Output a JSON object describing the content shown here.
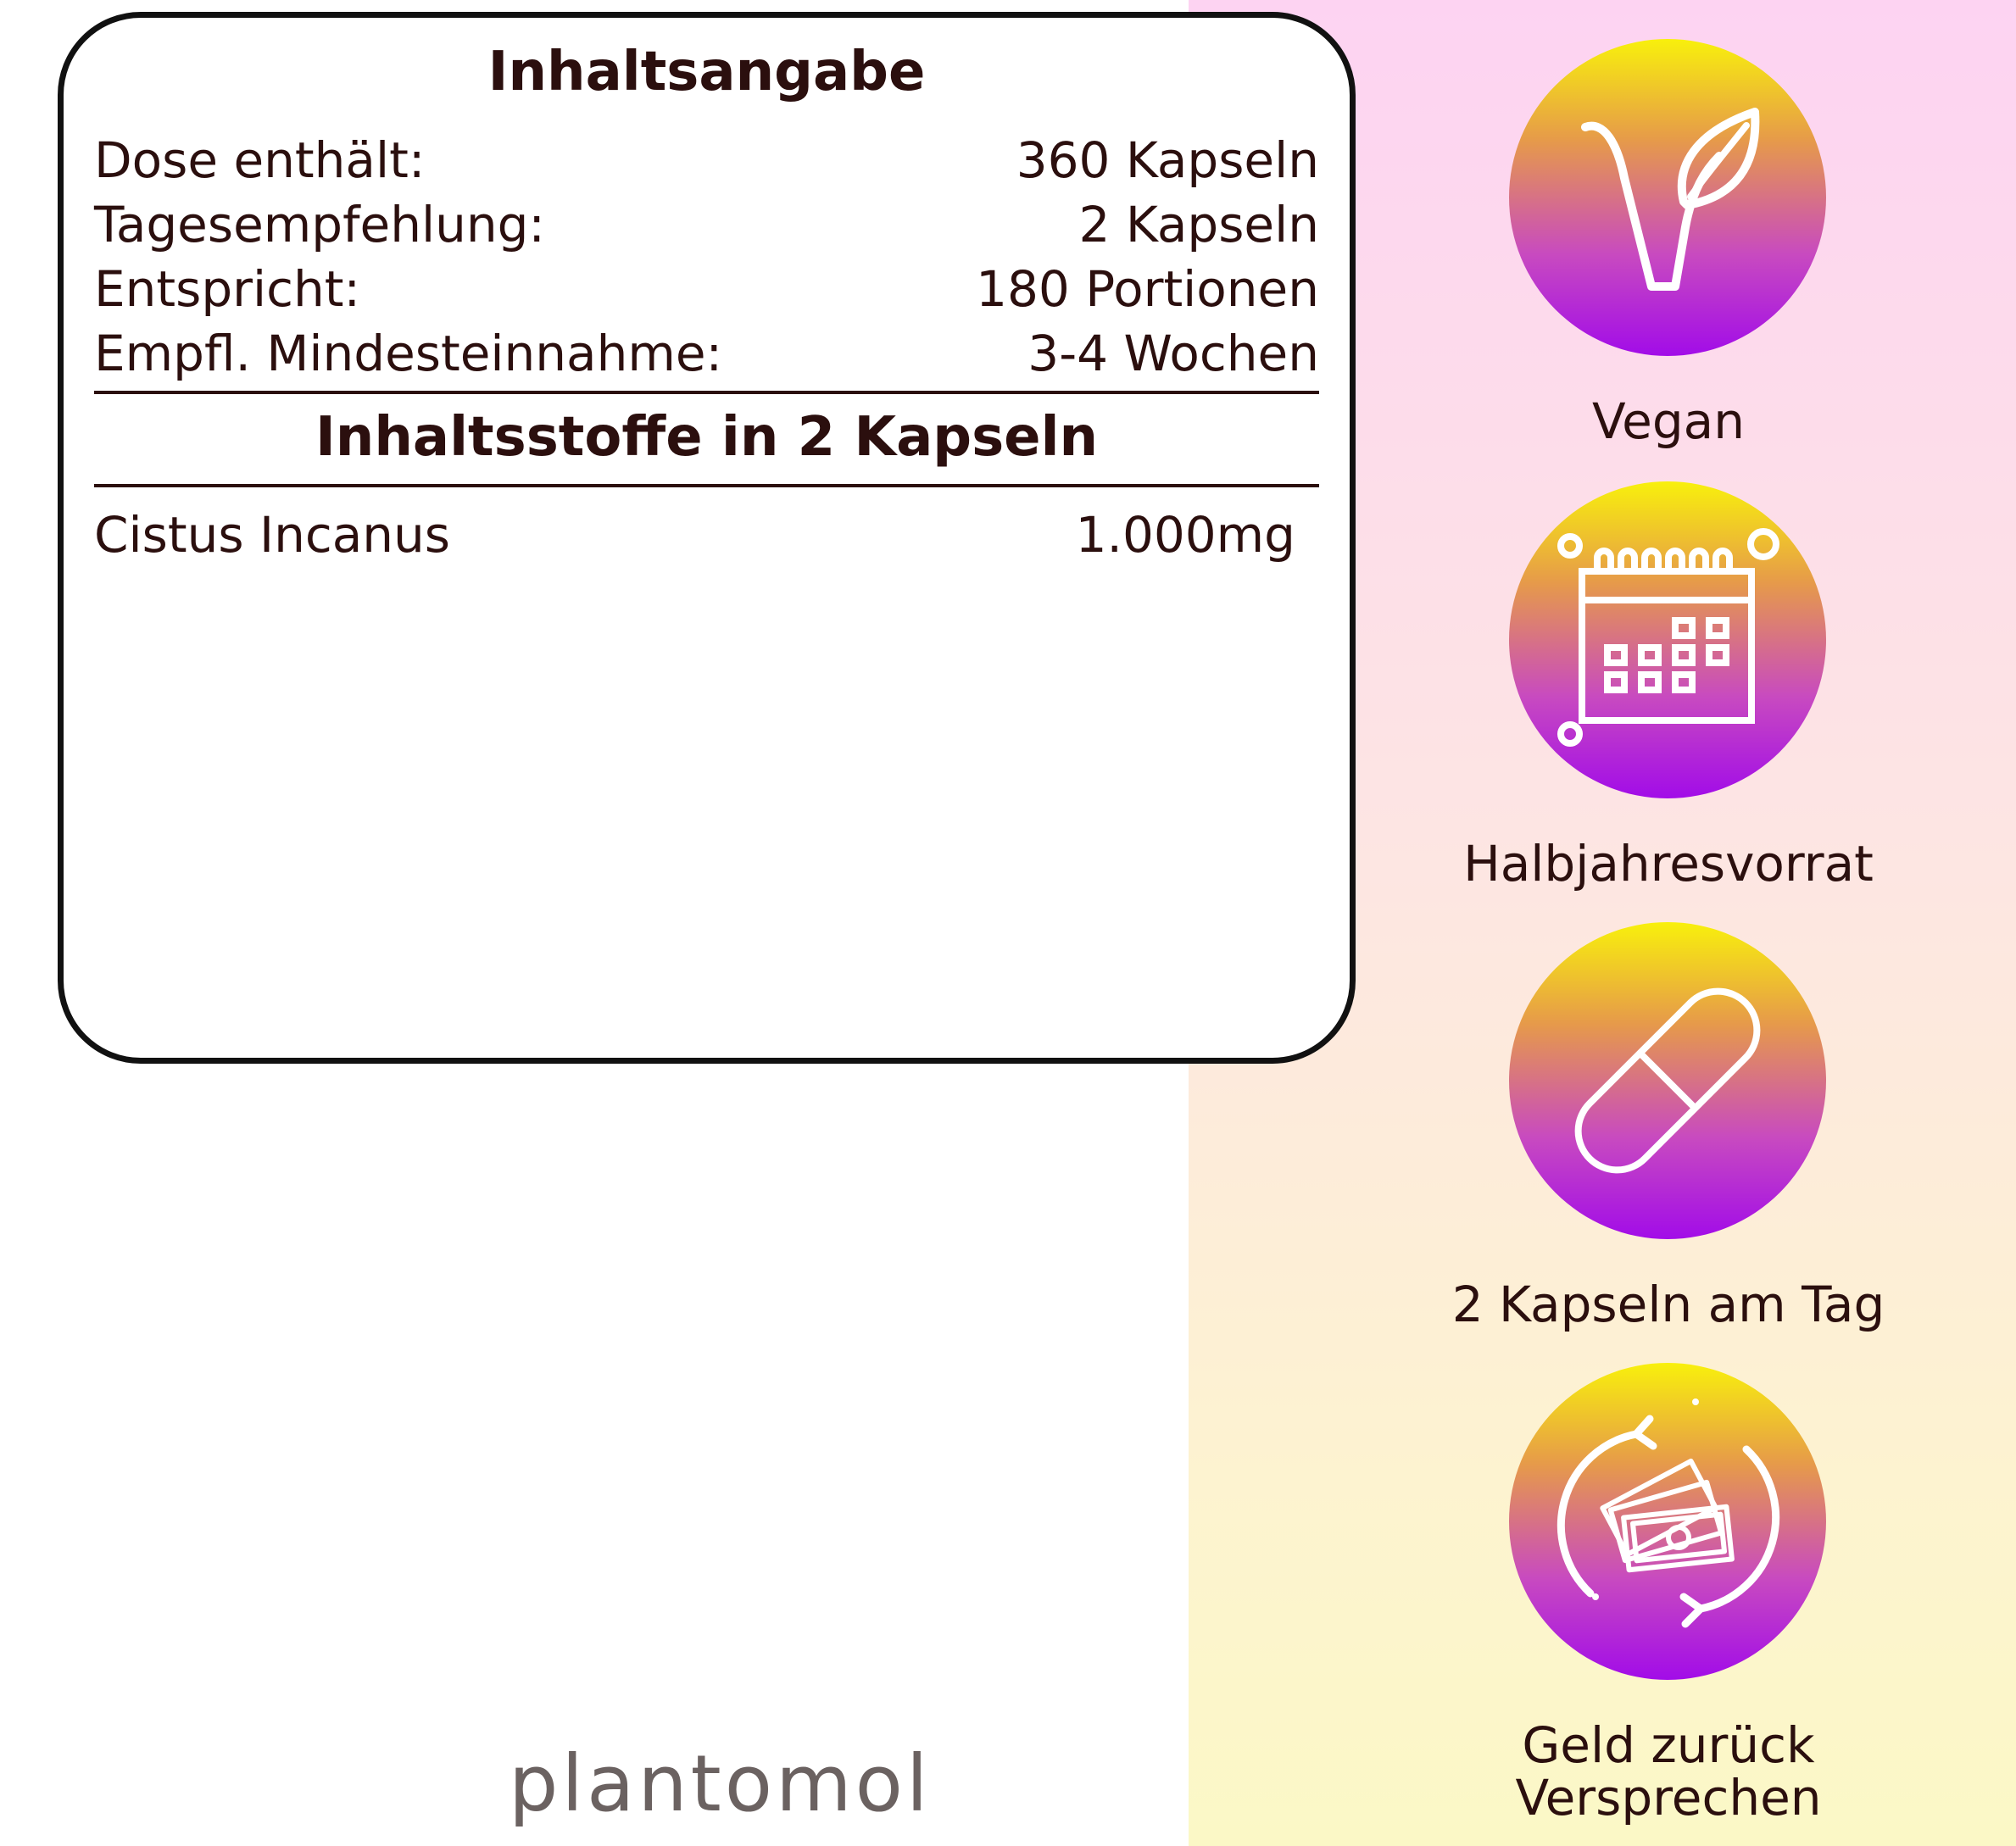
{
  "card": {
    "title": "Inhaltsangabe",
    "rows": [
      {
        "label": "Dose enthält:",
        "value": "360 Kapseln"
      },
      {
        "label": "Tagesempfehlung:",
        "value": "2 Kapseln"
      },
      {
        "label": "Entspricht:",
        "value": "180 Portionen"
      },
      {
        "label": "Empfl. Mindesteinnahme:",
        "value": "3-4 Wochen"
      }
    ],
    "ingredients_title": "Inhaltsstoffe in 2 Kapseln",
    "ingredients": [
      {
        "name": "Cistus Incanus",
        "amount": "1.000mg"
      }
    ]
  },
  "brand": "plantomol",
  "features": [
    {
      "label": "Vegan",
      "icon": "vegan-leaf-icon"
    },
    {
      "label": "Halbjahresvorrat",
      "icon": "calendar-icon"
    },
    {
      "label": "2 Kapseln am Tag",
      "icon": "capsule-icon"
    },
    {
      "label_line1": "Geld zurück",
      "label_line2": "Versprechen",
      "icon": "money-back-icon"
    }
  ],
  "colors": {
    "text": "#2b0f0e",
    "badge_top": "#f8f00c",
    "badge_bottom": "#a20ce8",
    "panel_top": "#fdd3f2",
    "panel_bottom": "#fbf8c6"
  }
}
